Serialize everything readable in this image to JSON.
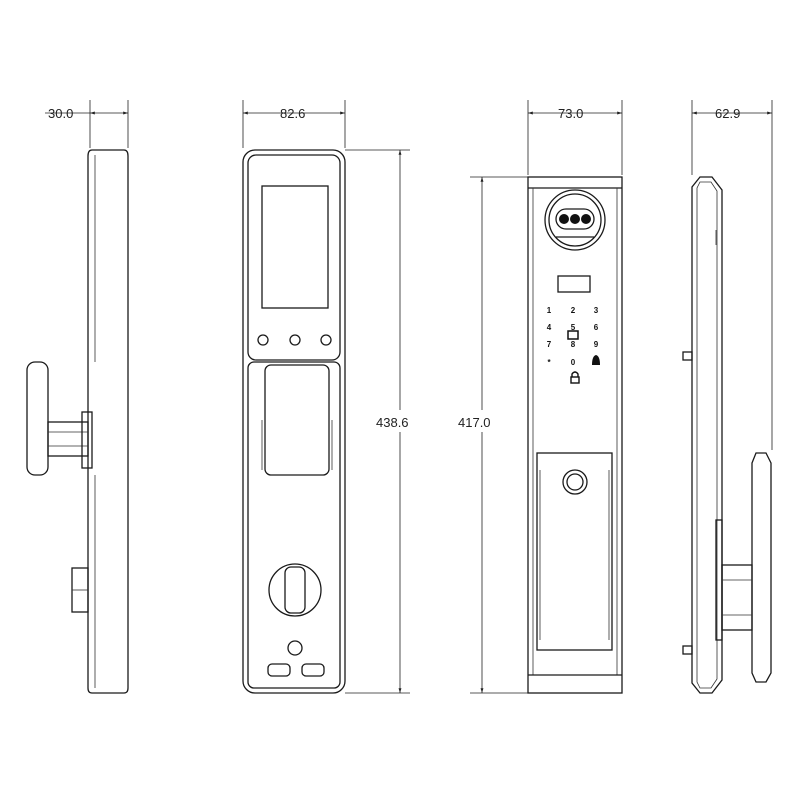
{
  "views": {
    "side_left": {
      "width_label": "30.0"
    },
    "front": {
      "width_label": "82.6",
      "height_label": "438.6"
    },
    "back": {
      "width_label": "73.0",
      "height_label": "417.0",
      "keypad": [
        "1",
        "2",
        "3",
        "4",
        "5",
        "6",
        "7",
        "8",
        "9",
        "*",
        "0"
      ],
      "keypad_icons": [
        "bell-icon",
        "lock-icon"
      ]
    },
    "side_right": {
      "width_label": "62.9"
    }
  }
}
